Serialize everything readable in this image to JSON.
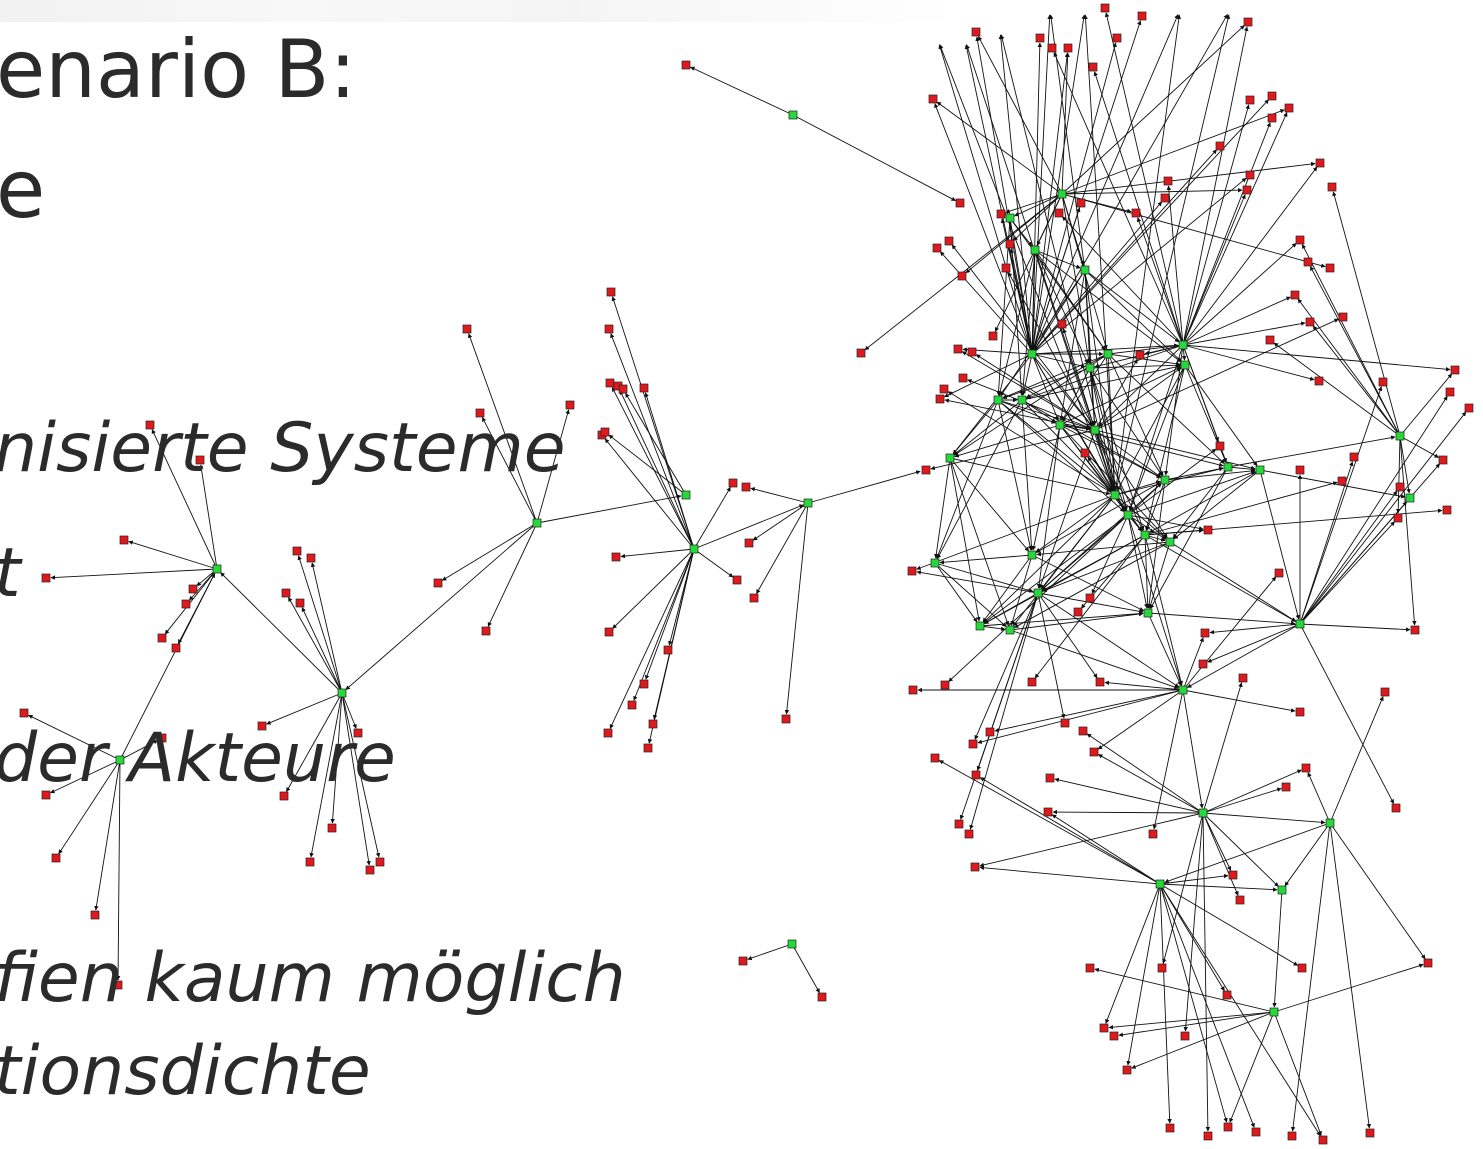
{
  "slide": {
    "title_line1": "enario B:",
    "title_line2": "e",
    "bullets": [
      "nisierte Systeme",
      "t",
      "der Akteure",
      "fien kaum möglich",
      "tionsdichte"
    ]
  },
  "colors": {
    "hub": "#27d83a",
    "leaf": "#e0191f",
    "edge": "#111111",
    "text": "#2b2b2b"
  }
}
